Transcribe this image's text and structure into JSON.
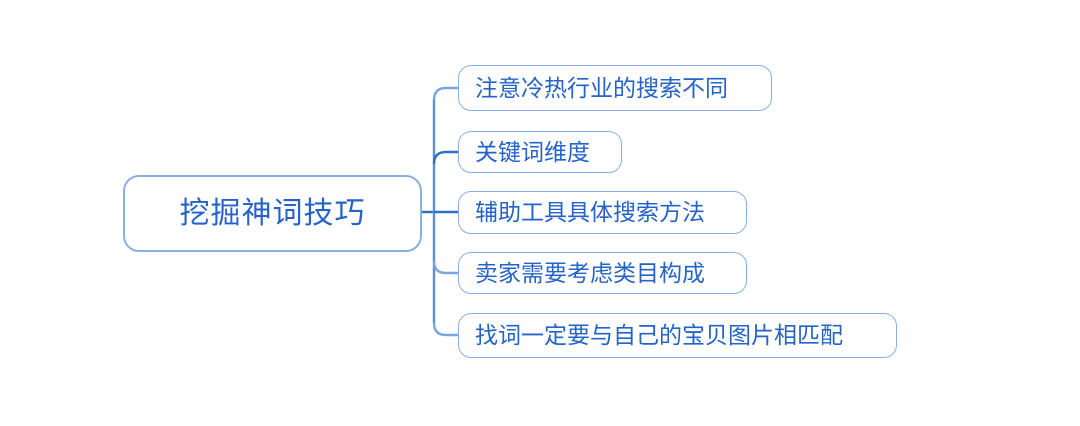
{
  "diagram": {
    "type": "mind-map",
    "title": "挖掘神词技巧",
    "orientation": "left-to-right",
    "background_color": "#ffffff",
    "node_border_color": "#8bb0e0",
    "node_text_color": "#2563c8",
    "connector_color": "#7aa5dd",
    "root": {
      "label": "挖掘神词技巧"
    },
    "branches": [
      {
        "label": "注意冷热行业的搜索不同"
      },
      {
        "label": "关键词维度"
      },
      {
        "label": "辅助工具具体搜索方法"
      },
      {
        "label": "卖家需要考虑类目构成"
      },
      {
        "label": "找词一定要与自己的宝贝图片相匹配"
      }
    ]
  }
}
